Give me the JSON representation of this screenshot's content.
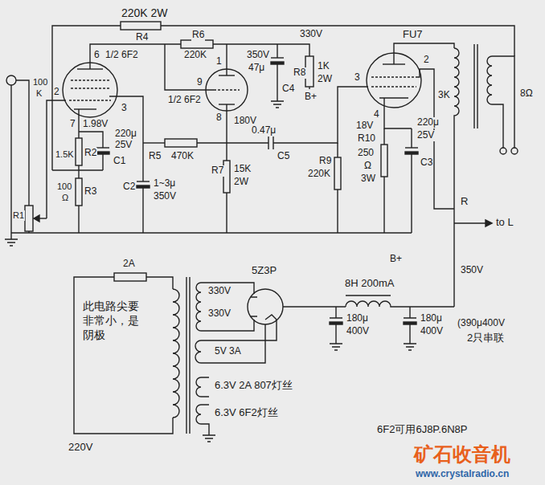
{
  "diagram": {
    "labels": [
      "220K 2W",
      "R4",
      "R6",
      "220K",
      "330V",
      "FU7",
      "6",
      "1/2 6F2",
      "350V",
      "47μ",
      "C4",
      "R8",
      "1K",
      "2W",
      "9",
      "1",
      "1/2 6F2",
      "8",
      "180V",
      "3",
      "2",
      "3K",
      "8Ω",
      "2",
      "100",
      "K",
      "R1",
      "3",
      "7",
      "1.98V",
      "220μ",
      "25V",
      "R2",
      "C1",
      "1.5K",
      "R3",
      "100",
      "Ω",
      "R5",
      "470K",
      "C2",
      "1~3μ",
      "350V",
      "R7",
      "15K",
      "2W",
      "0.47μ",
      "C5",
      "R9",
      "220K",
      "4",
      "18V",
      "R10",
      "250",
      "Ω",
      "3W",
      "220μ",
      "25V",
      "C3",
      "B+",
      "R",
      "to L",
      "B+",
      "350V",
      "2A",
      "此电路尖要非常小，是阴极",
      "220V",
      "330V",
      "330V",
      "5Z3P",
      "5V 3A",
      "6.3V 2A 807灯丝",
      "6.3V 6F2灯丝",
      "8H 200mA",
      "180μ",
      "400V",
      "180μ",
      "400V",
      "(390μ400V",
      "2只串联",
      "6F2可用6J8P.6N8P",
      "矿石收音机",
      "www.crystalradio.cn"
    ]
  }
}
